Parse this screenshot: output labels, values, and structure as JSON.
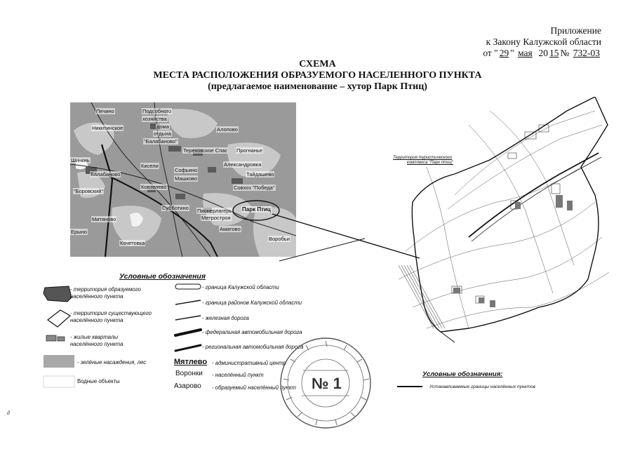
{
  "header": {
    "appendix_line1": "Приложение",
    "appendix_line2": "к Закону Калужской области",
    "date_prefix": "от \"",
    "date_day": "29",
    "date_quote": "\"",
    "date_month": "мая",
    "date_year_prefix": "20",
    "date_year": "15",
    "date_number_prefix": "№",
    "date_number": "732-03"
  },
  "titles": {
    "line1": "СХЕМА",
    "line2": "МЕСТА РАСПОЛОЖЕНИЯ ОБРАЗУЕМОГО НАСЕЛЕННОГО ПУНКТА",
    "line3": "(предлагаемое наименование – хутор Парк Птиц)"
  },
  "left_map": {
    "labels": [
      "Печино",
      "Подсобного",
      "хозяйства",
      "дома",
      "отдыха",
      "\"Балабаново\"",
      "Никитинское",
      "Алопово",
      "Тереховское Спас",
      "Прогнанье",
      "Кисели",
      "Софьино",
      "Александровка",
      "Тайдашево",
      "Машково",
      "Совхоз \"Победа\"",
      "Балабаново",
      "\"Боровский\"",
      "Шинкнь",
      "Коптелево",
      "Пионерлагерь",
      "Метростроя",
      "Субботино",
      "Аматово",
      "Воробьи",
      "Кочетовка",
      "Митяново",
      "Ерыно",
      "Парк Птиц"
    ]
  },
  "right_map": {
    "territory_label_line1": "Территория туристического",
    "territory_label_line2": "комплекса \"Парк птиц\""
  },
  "legend": {
    "title": "Условные обозначения",
    "items": [
      {
        "text1": "- территория образуемого",
        "text2": "населённого пункта"
      },
      {
        "text1": "- территория существующего",
        "text2": "населённого пункта"
      },
      {
        "text1": "- жилые кварталы",
        "text2": "населённого пункта"
      },
      {
        "text1": "- зелёные насаждения, лес",
        "text2": ""
      },
      {
        "text1": "Водные объекты",
        "text2": ""
      }
    ],
    "lines": [
      "- граница Калужской области",
      "- граница районов Калужской области",
      "- железная дорога",
      "- федеральная автомобильная дорога",
      "- региональная автомобильная дорога"
    ],
    "names": [
      {
        "name": "Мятлево",
        "desc": "- административный центр"
      },
      {
        "name": "Воронки",
        "desc": "- населённый пункт"
      },
      {
        "name": "Азарово",
        "desc": "- образуемый населённый пункт"
      }
    ]
  },
  "right_legend": {
    "title": "Условные обозначения:",
    "item": "Устанавливаемые границы населённых пунктов"
  },
  "stamp": {
    "number": "№ 1"
  },
  "corner_mark": "∂"
}
